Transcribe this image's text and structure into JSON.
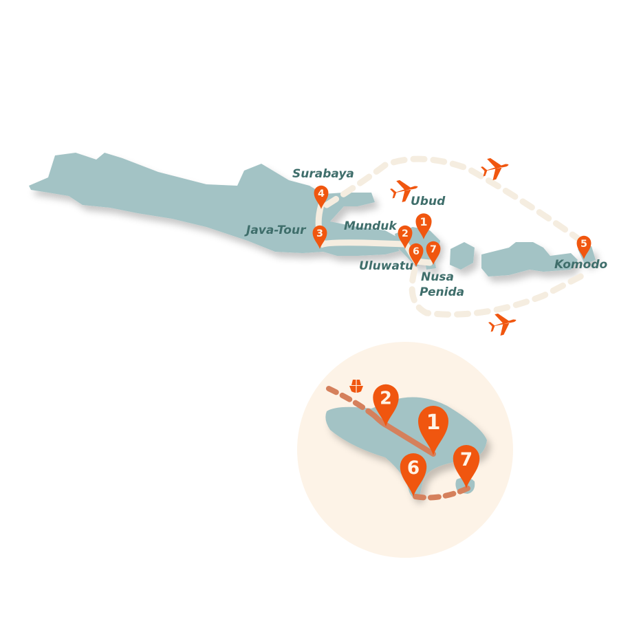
{
  "colors": {
    "land": "#a3c3c5",
    "pin": "#f0560f",
    "route": "#f5ede0",
    "label": "#3f6e6b",
    "inset_bg": "#fdf3e7",
    "ferry_route": "#d5805c"
  },
  "labels": {
    "surabaya": "Surabaya",
    "java_tour": "Java-Tour",
    "munduk": "Munduk",
    "ubud": "Ubud",
    "uluwatu": "Uluwatu",
    "nusa": "Nusa",
    "penida": "Penida",
    "komodo": "Komodo"
  },
  "pins": {
    "p1": "1",
    "p2": "2",
    "p3": "3",
    "p4": "4",
    "p5": "5",
    "p6": "6",
    "p7": "7"
  },
  "inset": {
    "p1": "1",
    "p2": "2",
    "p6": "6",
    "p7": "7"
  },
  "icons": [
    "airplane-icon",
    "airplane-icon",
    "airplane-icon",
    "boat-icon"
  ]
}
